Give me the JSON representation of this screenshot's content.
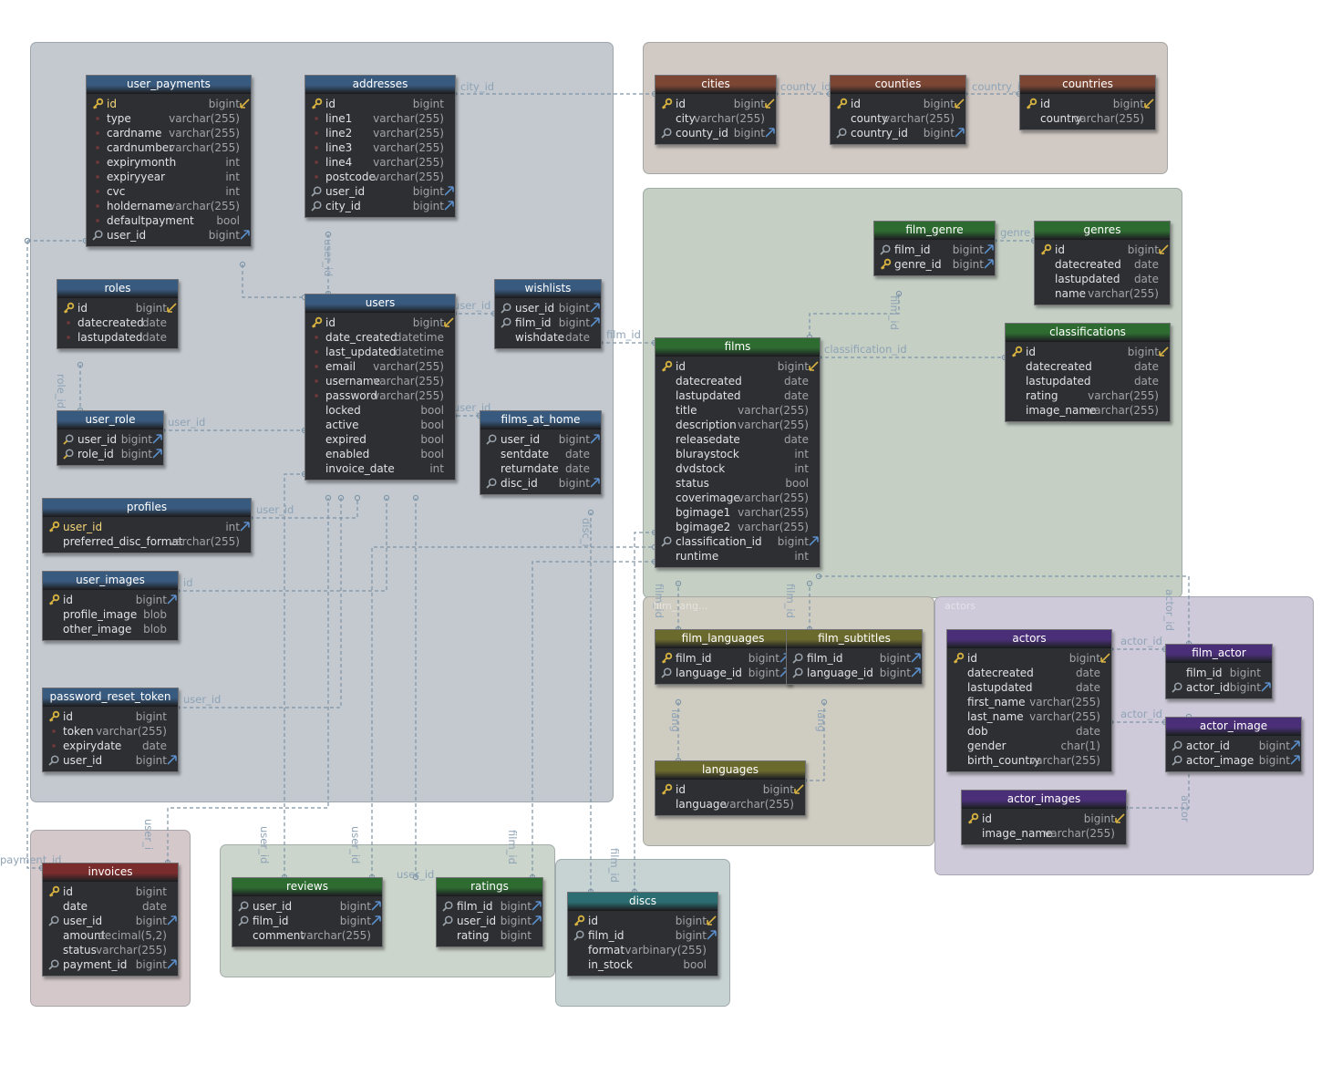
{
  "colors": {
    "blue_header": "#395a7f",
    "brown_header": "#7c4634",
    "green_header": "#2d6b30",
    "olive_header": "#6b6a2d",
    "purple_header": "#4a2f78",
    "red_header": "#7a2c2c",
    "teal_header": "#2b6d71",
    "pk_icon": "#d8b341",
    "fk_icon": "#9aa3ab",
    "link_line": "#7d93a6"
  },
  "groups": [
    {
      "label": "",
      "color": "#c3c9cf"
    },
    {
      "label": "",
      "color": "#d0c9c4"
    },
    {
      "label": "",
      "color": "#c5cfc4"
    },
    {
      "label": "film_lang...",
      "color": "#cfccc2"
    },
    {
      "label": "actors",
      "color": "#cfcad9"
    },
    {
      "label": "",
      "color": "#d5c8ca"
    },
    {
      "label": "",
      "color": "#ccd5cb"
    },
    {
      "label": "",
      "color": "#c7d2d2"
    }
  ],
  "relationship_labels": [
    "city_id",
    "county_id",
    "country_id",
    "user_id",
    "user_id",
    "user_id",
    "user_id",
    "user_id",
    "user_id",
    "role_id",
    "film_id",
    "classification_id",
    "genre",
    "film_id",
    "id",
    "film_id",
    "film_id",
    "lang",
    "lang",
    "actor_id",
    "actor_id",
    "actor_id",
    "actor",
    "user_i",
    "payment_id",
    "user_id",
    "user_id",
    "user_id",
    "film_id",
    "film_id",
    "disc_i"
  ],
  "tables": [
    {
      "name": "user_payments",
      "theme": "blue",
      "columns": [
        {
          "name": "id",
          "type": "bigint",
          "icon": "key-icon",
          "pk": true,
          "flag": "check"
        },
        {
          "name": "type",
          "type": "varchar(255)",
          "icon": "dot-icon"
        },
        {
          "name": "cardname",
          "type": "varchar(255)",
          "icon": "dot-icon"
        },
        {
          "name": "cardnumber",
          "type": "varchar(255)",
          "icon": "dot-icon"
        },
        {
          "name": "expirymonth",
          "type": "int",
          "icon": "dot-icon"
        },
        {
          "name": "expiryyear",
          "type": "int",
          "icon": "dot-icon"
        },
        {
          "name": "cvc",
          "type": "int",
          "icon": "dot-icon"
        },
        {
          "name": "holdername",
          "type": "varchar(255)",
          "icon": "dot-icon"
        },
        {
          "name": "defaultpayment",
          "type": "bool",
          "icon": "dot-icon"
        },
        {
          "name": "user_id",
          "type": "bigint",
          "icon": "search-icon",
          "flag": "arrow"
        }
      ]
    },
    {
      "name": "addresses",
      "theme": "blue",
      "columns": [
        {
          "name": "id",
          "type": "bigint",
          "icon": "key-icon"
        },
        {
          "name": "line1",
          "type": "varchar(255)",
          "icon": "dot-icon"
        },
        {
          "name": "line2",
          "type": "varchar(255)",
          "icon": "dot-icon"
        },
        {
          "name": "line3",
          "type": "varchar(255)",
          "icon": "dot-icon"
        },
        {
          "name": "line4",
          "type": "varchar(255)",
          "icon": "dot-icon"
        },
        {
          "name": "postcode",
          "type": "varchar(255)",
          "icon": "dot-icon"
        },
        {
          "name": "user_id",
          "type": "bigint",
          "icon": "search-icon",
          "flag": "arrow"
        },
        {
          "name": "city_id",
          "type": "bigint",
          "icon": "search-icon",
          "flag": "arrow"
        }
      ]
    },
    {
      "name": "roles",
      "theme": "blue",
      "columns": [
        {
          "name": "id",
          "type": "bigint",
          "icon": "key-icon",
          "flag": "check"
        },
        {
          "name": "datecreated",
          "type": "date",
          "icon": "dot-icon"
        },
        {
          "name": "lastupdated",
          "type": "date",
          "icon": "dot-icon"
        }
      ]
    },
    {
      "name": "users",
      "theme": "blue",
      "columns": [
        {
          "name": "id",
          "type": "bigint",
          "icon": "key-icon",
          "flag": "check"
        },
        {
          "name": "date_created",
          "type": "datetime",
          "icon": "dot-icon"
        },
        {
          "name": "last_updated",
          "type": "datetime",
          "icon": "dot-icon"
        },
        {
          "name": "email",
          "type": "varchar(255)",
          "icon": "dot-icon"
        },
        {
          "name": "username",
          "type": "varchar(255)",
          "icon": "dot-icon"
        },
        {
          "name": "password",
          "type": "varchar(255)",
          "icon": "dot-icon"
        },
        {
          "name": "locked",
          "type": "bool",
          "icon": "none"
        },
        {
          "name": "active",
          "type": "bool",
          "icon": "none"
        },
        {
          "name": "expired",
          "type": "bool",
          "icon": "none"
        },
        {
          "name": "enabled",
          "type": "bool",
          "icon": "none"
        },
        {
          "name": "invoice_date",
          "type": "int",
          "icon": "none"
        }
      ]
    },
    {
      "name": "wishlists",
      "theme": "blue",
      "columns": [
        {
          "name": "user_id",
          "type": "bigint",
          "icon": "search-icon",
          "flag": "arrow"
        },
        {
          "name": "film_id",
          "type": "bigint",
          "icon": "search-icon",
          "flag": "arrow"
        },
        {
          "name": "wishdate",
          "type": "date",
          "icon": "none"
        }
      ]
    },
    {
      "name": "user_role",
      "theme": "blue",
      "columns": [
        {
          "name": "user_id",
          "type": "bigint",
          "icon": "key-search-icon",
          "flag": "arrow"
        },
        {
          "name": "role_id",
          "type": "bigint",
          "icon": "key-search-icon",
          "flag": "arrow"
        }
      ]
    },
    {
      "name": "films_at_home",
      "theme": "blue",
      "columns": [
        {
          "name": "user_id",
          "type": "bigint",
          "icon": "search-icon",
          "flag": "arrow"
        },
        {
          "name": "sentdate",
          "type": "date",
          "icon": "none"
        },
        {
          "name": "returndate",
          "type": "date",
          "icon": "none"
        },
        {
          "name": "disc_id",
          "type": "bigint",
          "icon": "search-icon",
          "flag": "arrow"
        }
      ]
    },
    {
      "name": "profiles",
      "theme": "blue",
      "columns": [
        {
          "name": "user_id",
          "type": "int",
          "icon": "key-icon",
          "pk": true,
          "flag": "arrow"
        },
        {
          "name": "preferred_disc_format",
          "type": "varchar(255)",
          "icon": "none"
        }
      ]
    },
    {
      "name": "user_images",
      "theme": "blue",
      "columns": [
        {
          "name": "id",
          "type": "bigint",
          "icon": "key-icon",
          "flag": "arrow"
        },
        {
          "name": "profile_image",
          "type": "blob",
          "icon": "none"
        },
        {
          "name": "other_image",
          "type": "blob",
          "icon": "none"
        }
      ]
    },
    {
      "name": "password_reset_token",
      "theme": "blue",
      "columns": [
        {
          "name": "id",
          "type": "bigint",
          "icon": "key-icon"
        },
        {
          "name": "token",
          "type": "varchar(255)",
          "icon": "dot-icon"
        },
        {
          "name": "expirydate",
          "type": "date",
          "icon": "dot-icon"
        },
        {
          "name": "user_id",
          "type": "bigint",
          "icon": "search-icon",
          "flag": "arrow"
        }
      ]
    },
    {
      "name": "cities",
      "theme": "brown",
      "columns": [
        {
          "name": "id",
          "type": "bigint",
          "icon": "key-icon",
          "flag": "check"
        },
        {
          "name": "city",
          "type": "varchar(255)",
          "icon": "none"
        },
        {
          "name": "county_id",
          "type": "bigint",
          "icon": "search-icon",
          "flag": "arrow"
        }
      ]
    },
    {
      "name": "counties",
      "theme": "brown",
      "columns": [
        {
          "name": "id",
          "type": "bigint",
          "icon": "key-icon",
          "flag": "check"
        },
        {
          "name": "county",
          "type": "varchar(255)",
          "icon": "none"
        },
        {
          "name": "country_id",
          "type": "bigint",
          "icon": "search-icon",
          "flag": "arrow"
        }
      ]
    },
    {
      "name": "countries",
      "theme": "brown",
      "columns": [
        {
          "name": "id",
          "type": "bigint",
          "icon": "key-icon",
          "flag": "check"
        },
        {
          "name": "country",
          "type": "varchar(255)",
          "icon": "none"
        }
      ]
    },
    {
      "name": "film_genre",
      "theme": "green",
      "columns": [
        {
          "name": "film_id",
          "type": "bigint",
          "icon": "search-icon",
          "flag": "arrow"
        },
        {
          "name": "genre_id",
          "type": "bigint",
          "icon": "key-icon",
          "flag": "arrow"
        }
      ]
    },
    {
      "name": "genres",
      "theme": "green",
      "columns": [
        {
          "name": "id",
          "type": "bigint",
          "icon": "key-icon",
          "flag": "check"
        },
        {
          "name": "datecreated",
          "type": "date",
          "icon": "none"
        },
        {
          "name": "lastupdated",
          "type": "date",
          "icon": "none"
        },
        {
          "name": "name",
          "type": "varchar(255)",
          "icon": "none"
        }
      ]
    },
    {
      "name": "classifications",
      "theme": "green",
      "columns": [
        {
          "name": "id",
          "type": "bigint",
          "icon": "key-icon",
          "flag": "check"
        },
        {
          "name": "datecreated",
          "type": "date",
          "icon": "none"
        },
        {
          "name": "lastupdated",
          "type": "date",
          "icon": "none"
        },
        {
          "name": "rating",
          "type": "varchar(255)",
          "icon": "none"
        },
        {
          "name": "image_name",
          "type": "varchar(255)",
          "icon": "none"
        }
      ]
    },
    {
      "name": "films",
      "theme": "green",
      "columns": [
        {
          "name": "id",
          "type": "bigint",
          "icon": "key-icon",
          "flag": "check"
        },
        {
          "name": "datecreated",
          "type": "date",
          "icon": "none"
        },
        {
          "name": "lastupdated",
          "type": "date",
          "icon": "none"
        },
        {
          "name": "title",
          "type": "varchar(255)",
          "icon": "none"
        },
        {
          "name": "description",
          "type": "varchar(255)",
          "icon": "none"
        },
        {
          "name": "releasedate",
          "type": "date",
          "icon": "none"
        },
        {
          "name": "bluraystock",
          "type": "int",
          "icon": "none"
        },
        {
          "name": "dvdstock",
          "type": "int",
          "icon": "none"
        },
        {
          "name": "status",
          "type": "bool",
          "icon": "none"
        },
        {
          "name": "coverimage",
          "type": "varchar(255)",
          "icon": "none"
        },
        {
          "name": "bgimage1",
          "type": "varchar(255)",
          "icon": "none"
        },
        {
          "name": "bgimage2",
          "type": "varchar(255)",
          "icon": "none"
        },
        {
          "name": "classification_id",
          "type": "bigint",
          "icon": "search-icon",
          "flag": "arrow"
        },
        {
          "name": "runtime",
          "type": "int",
          "icon": "none"
        }
      ]
    },
    {
      "name": "film_languages",
      "theme": "olive",
      "columns": [
        {
          "name": "film_id",
          "type": "bigint",
          "icon": "key-icon",
          "flag": "arrow"
        },
        {
          "name": "language_id",
          "type": "bigint",
          "icon": "search-icon",
          "flag": "arrow"
        }
      ]
    },
    {
      "name": "film_subtitles",
      "theme": "olive",
      "columns": [
        {
          "name": "film_id",
          "type": "bigint",
          "icon": "search-icon",
          "flag": "arrow"
        },
        {
          "name": "language_id",
          "type": "bigint",
          "icon": "search-icon",
          "flag": "arrow"
        }
      ]
    },
    {
      "name": "languages",
      "theme": "olive",
      "columns": [
        {
          "name": "id",
          "type": "bigint",
          "icon": "key-icon",
          "flag": "check"
        },
        {
          "name": "language",
          "type": "varchar(255)",
          "icon": "none"
        }
      ]
    },
    {
      "name": "actors",
      "theme": "purple",
      "columns": [
        {
          "name": "id",
          "type": "bigint",
          "icon": "key-icon",
          "flag": "check"
        },
        {
          "name": "datecreated",
          "type": "date",
          "icon": "none"
        },
        {
          "name": "lastupdated",
          "type": "date",
          "icon": "none"
        },
        {
          "name": "first_name",
          "type": "varchar(255)",
          "icon": "none"
        },
        {
          "name": "last_name",
          "type": "varchar(255)",
          "icon": "none"
        },
        {
          "name": "dob",
          "type": "date",
          "icon": "none"
        },
        {
          "name": "gender",
          "type": "char(1)",
          "icon": "none"
        },
        {
          "name": "birth_country",
          "type": "varchar(255)",
          "icon": "none"
        }
      ]
    },
    {
      "name": "film_actor",
      "theme": "purple",
      "columns": [
        {
          "name": "film_id",
          "type": "bigint",
          "icon": "none"
        },
        {
          "name": "actor_id",
          "type": "bigint",
          "icon": "search-icon",
          "flag": "arrow"
        }
      ]
    },
    {
      "name": "actor_image",
      "theme": "purple",
      "columns": [
        {
          "name": "actor_id",
          "type": "bigint",
          "icon": "search-icon",
          "flag": "arrow"
        },
        {
          "name": "actor_image",
          "type": "bigint",
          "icon": "search-icon",
          "flag": "arrow"
        }
      ]
    },
    {
      "name": "actor_images",
      "theme": "purple",
      "columns": [
        {
          "name": "id",
          "type": "bigint",
          "icon": "key-icon",
          "flag": "check"
        },
        {
          "name": "image_name",
          "type": "varchar(255)",
          "icon": "none"
        }
      ]
    },
    {
      "name": "invoices",
      "theme": "red",
      "columns": [
        {
          "name": "id",
          "type": "bigint",
          "icon": "key-icon"
        },
        {
          "name": "date",
          "type": "date",
          "icon": "none"
        },
        {
          "name": "user_id",
          "type": "bigint",
          "icon": "search-icon",
          "flag": "arrow"
        },
        {
          "name": "amount",
          "type": "decimal(5,2)",
          "icon": "none"
        },
        {
          "name": "status",
          "type": "varchar(255)",
          "icon": "none"
        },
        {
          "name": "payment_id",
          "type": "bigint",
          "icon": "search-icon",
          "flag": "arrow"
        }
      ]
    },
    {
      "name": "reviews",
      "theme": "green",
      "columns": [
        {
          "name": "user_id",
          "type": "bigint",
          "icon": "search-icon",
          "flag": "arrow"
        },
        {
          "name": "film_id",
          "type": "bigint",
          "icon": "search-icon",
          "flag": "arrow"
        },
        {
          "name": "comment",
          "type": "varchar(255)",
          "icon": "none"
        }
      ]
    },
    {
      "name": "ratings",
      "theme": "green",
      "columns": [
        {
          "name": "film_id",
          "type": "bigint",
          "icon": "search-icon",
          "flag": "arrow"
        },
        {
          "name": "user_id",
          "type": "bigint",
          "icon": "search-icon",
          "flag": "arrow"
        },
        {
          "name": "rating",
          "type": "bigint",
          "icon": "none"
        }
      ]
    },
    {
      "name": "discs",
      "theme": "teal",
      "columns": [
        {
          "name": "id",
          "type": "bigint",
          "icon": "key-icon",
          "flag": "check"
        },
        {
          "name": "film_id",
          "type": "bigint",
          "icon": "search-icon",
          "flag": "arrow"
        },
        {
          "name": "format",
          "type": "varbinary(255)",
          "icon": "none"
        },
        {
          "name": "in_stock",
          "type": "bool",
          "icon": "none"
        }
      ]
    }
  ]
}
